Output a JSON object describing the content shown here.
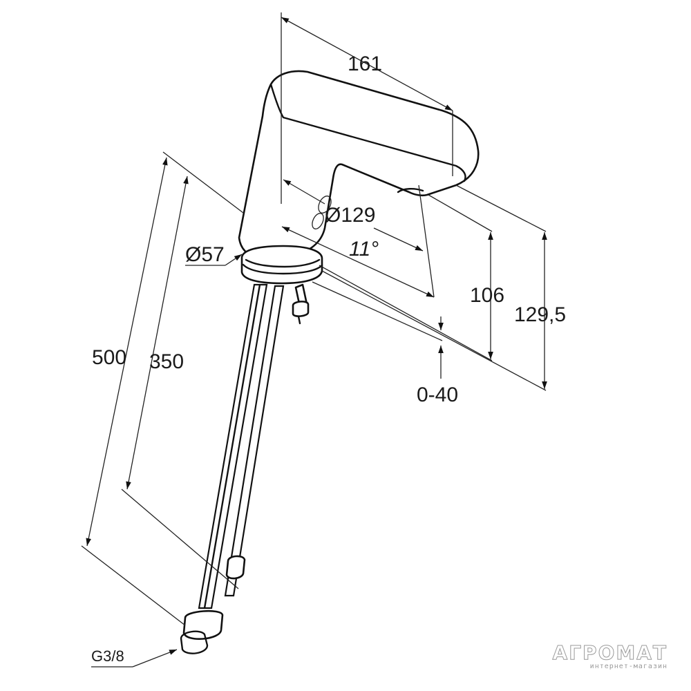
{
  "dimensions": {
    "width_161": "161",
    "diameter_129": "Ø129",
    "angle_11": "11°",
    "height_106": "106",
    "height_129_5": "129,5",
    "range_0_40": "0-40",
    "diameter_57": "Ø57",
    "length_500": "500",
    "length_350": "350",
    "thread_g3_8": "G3/8"
  },
  "watermark": {
    "brand": "АГРОМАТ",
    "tagline": "интернет-магазин"
  }
}
